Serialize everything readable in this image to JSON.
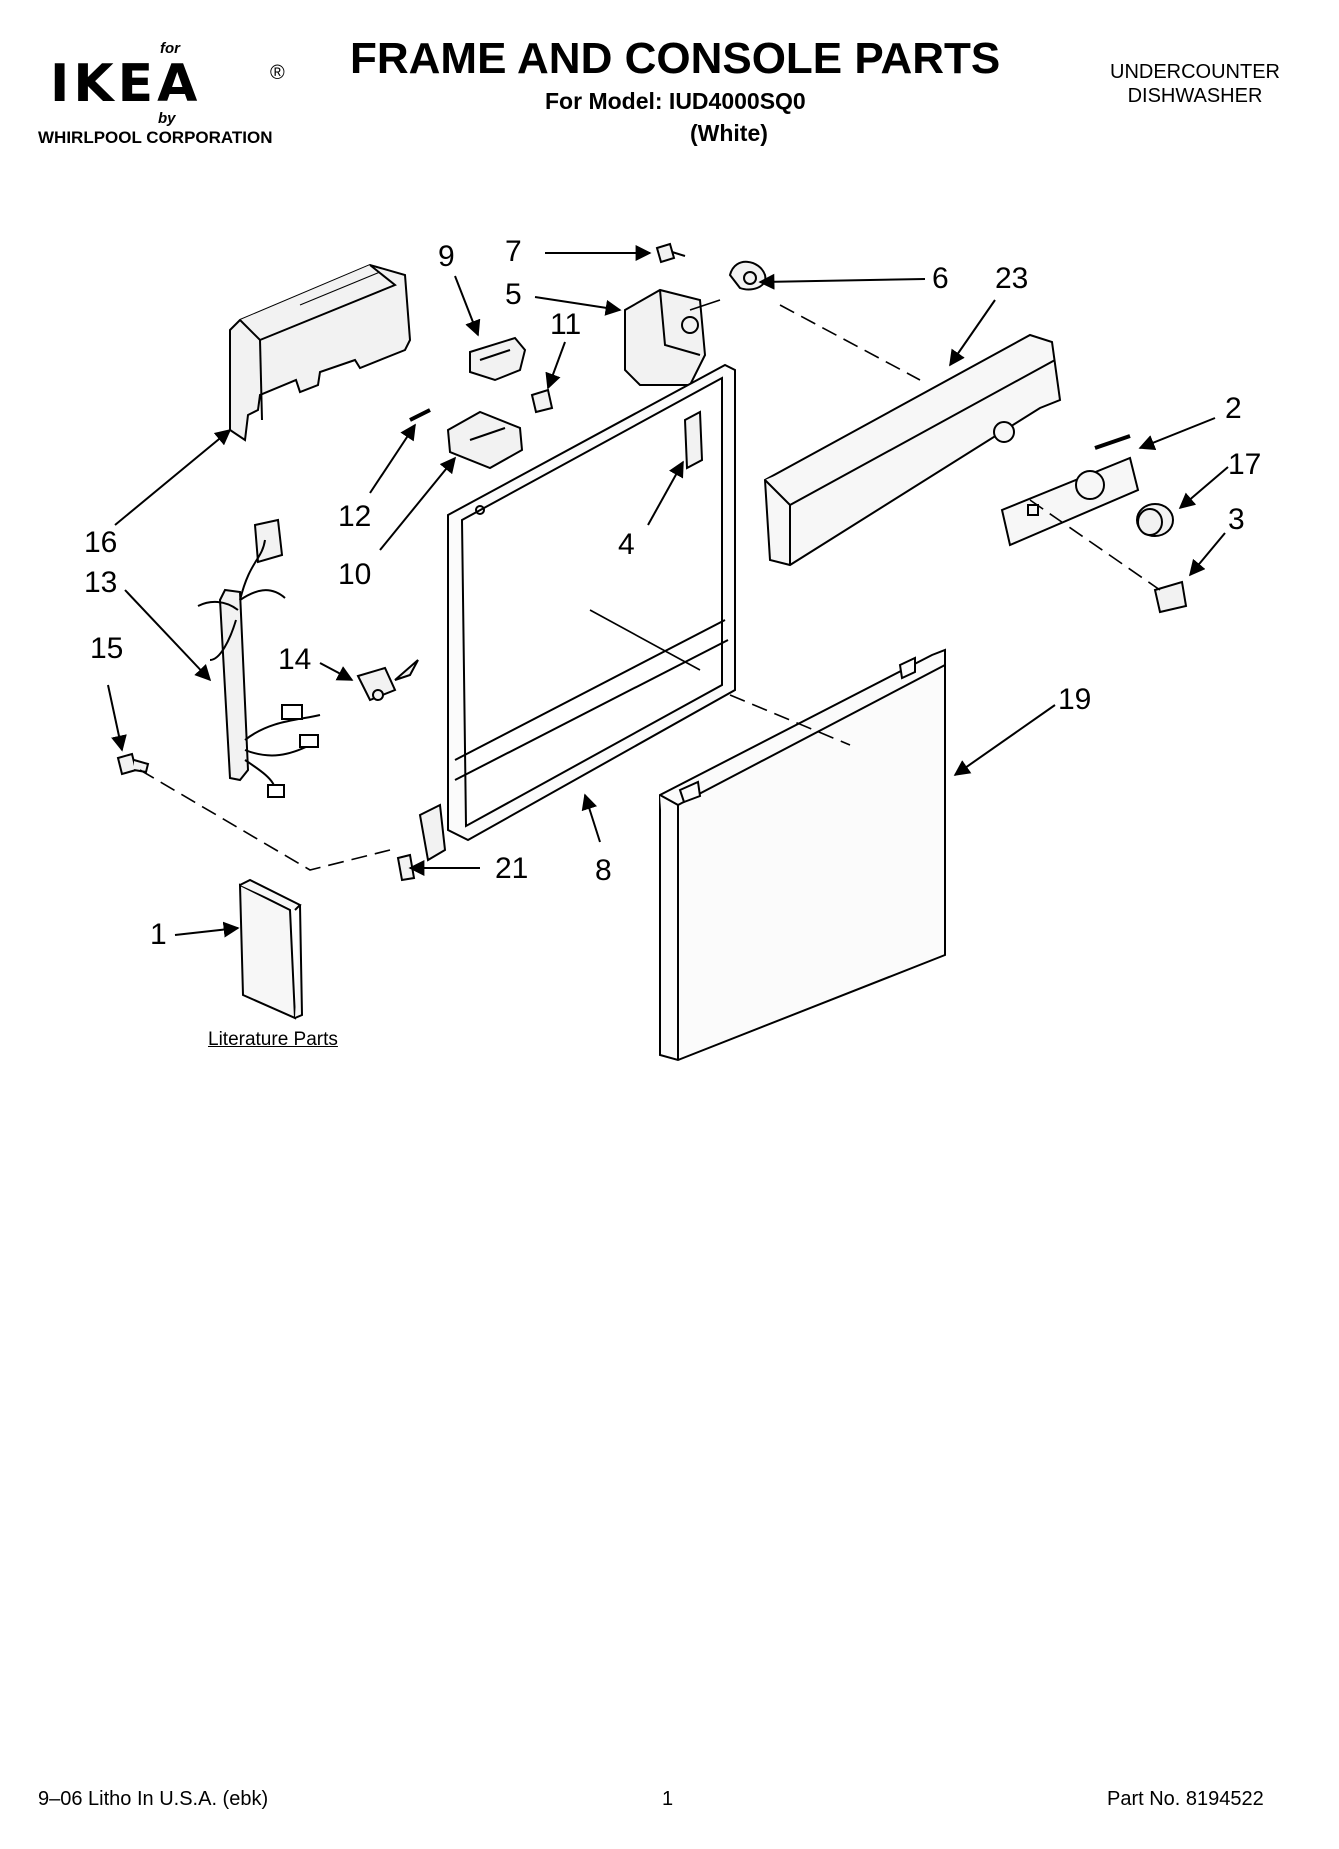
{
  "header": {
    "logo_for": "for",
    "logo_brand": "IKEA",
    "logo_reg": "®",
    "logo_by": "by",
    "logo_corp": "WHIRLPOOL  CORPORATION",
    "title": "FRAME AND CONSOLE PARTS",
    "model": "For Model: IUD4000SQ0",
    "color": "(White)",
    "product_line1": "UNDERCOUNTER",
    "product_line2": "DISHWASHER"
  },
  "callouts": [
    "9",
    "7",
    "5",
    "11",
    "6",
    "23",
    "2",
    "17",
    "3",
    "16",
    "13",
    "12",
    "10",
    "4",
    "15",
    "14",
    "19",
    "21",
    "8",
    "1"
  ],
  "literature_label": "Literature Parts",
  "footer": {
    "left": "9–06 Litho In U.S.A. (ebk)",
    "center": "1",
    "right": "Part No. 8194522"
  }
}
